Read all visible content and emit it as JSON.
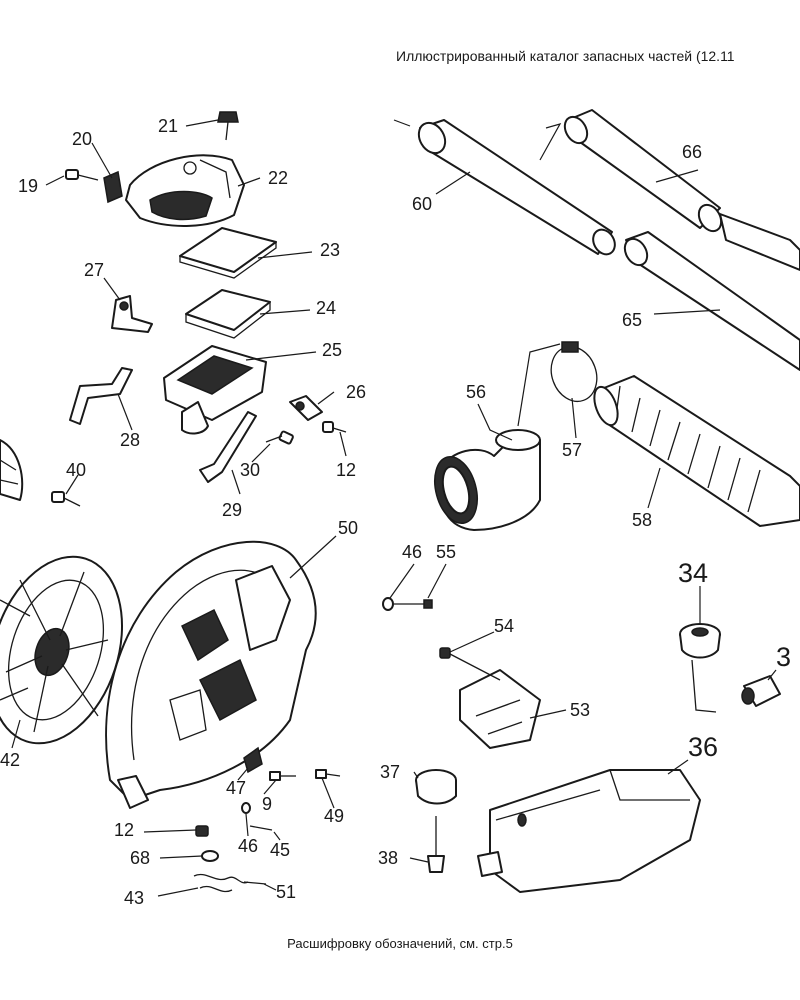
{
  "header": {
    "title": "Иллюстрированный каталог запасных частей (12.11"
  },
  "footer": {
    "note": "Расшифровку обозначений, см. стр.5"
  },
  "labels": {
    "p19": "19",
    "p20": "20",
    "p21": "21",
    "p22": "22",
    "p23": "23",
    "p24": "24",
    "p25": "25",
    "p26": "26",
    "p27": "27",
    "p28": "28",
    "p29": "29",
    "p30": "30",
    "p12a": "12",
    "p40": "40",
    "p50": "50",
    "p46a": "46",
    "p55": "55",
    "p54": "54",
    "p53": "53",
    "p42": "42",
    "p47": "47",
    "p9": "9",
    "p49": "49",
    "p12b": "12",
    "p46b": "46",
    "p45": "45",
    "p68": "68",
    "p43": "43",
    "p51": "51",
    "p37": "37",
    "p38": "38",
    "p36": "36",
    "p34": "34",
    "p3x": "3",
    "p60": "60",
    "p66": "66",
    "p65": "65",
    "p56": "56",
    "p57": "57",
    "p58": "58"
  }
}
